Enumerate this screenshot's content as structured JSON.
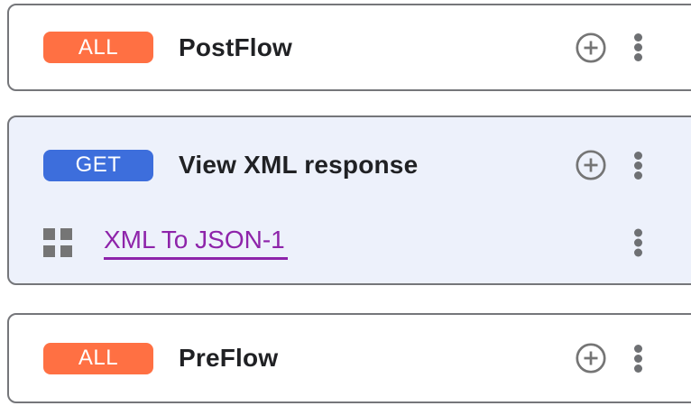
{
  "colors": {
    "badge_all": "#FF7043",
    "badge_get": "#3D6EDC",
    "selected_card_bg": "#EDF1FB",
    "card_border": "#75767A",
    "title_text": "#202124",
    "policy_link": "#8E24AA",
    "icon_gray": "#757575"
  },
  "icons": {
    "add": "plus-circle-icon",
    "menu": "kebab-menu-icon",
    "policy": "grid-squares-icon"
  },
  "cards": [
    {
      "badge": "ALL",
      "title": "PostFlow"
    },
    {
      "badge": "GET",
      "title": "View XML response",
      "selected": true,
      "policy": {
        "label": "XML To JSON-1"
      }
    },
    {
      "badge": "ALL",
      "title": "PreFlow"
    }
  ]
}
